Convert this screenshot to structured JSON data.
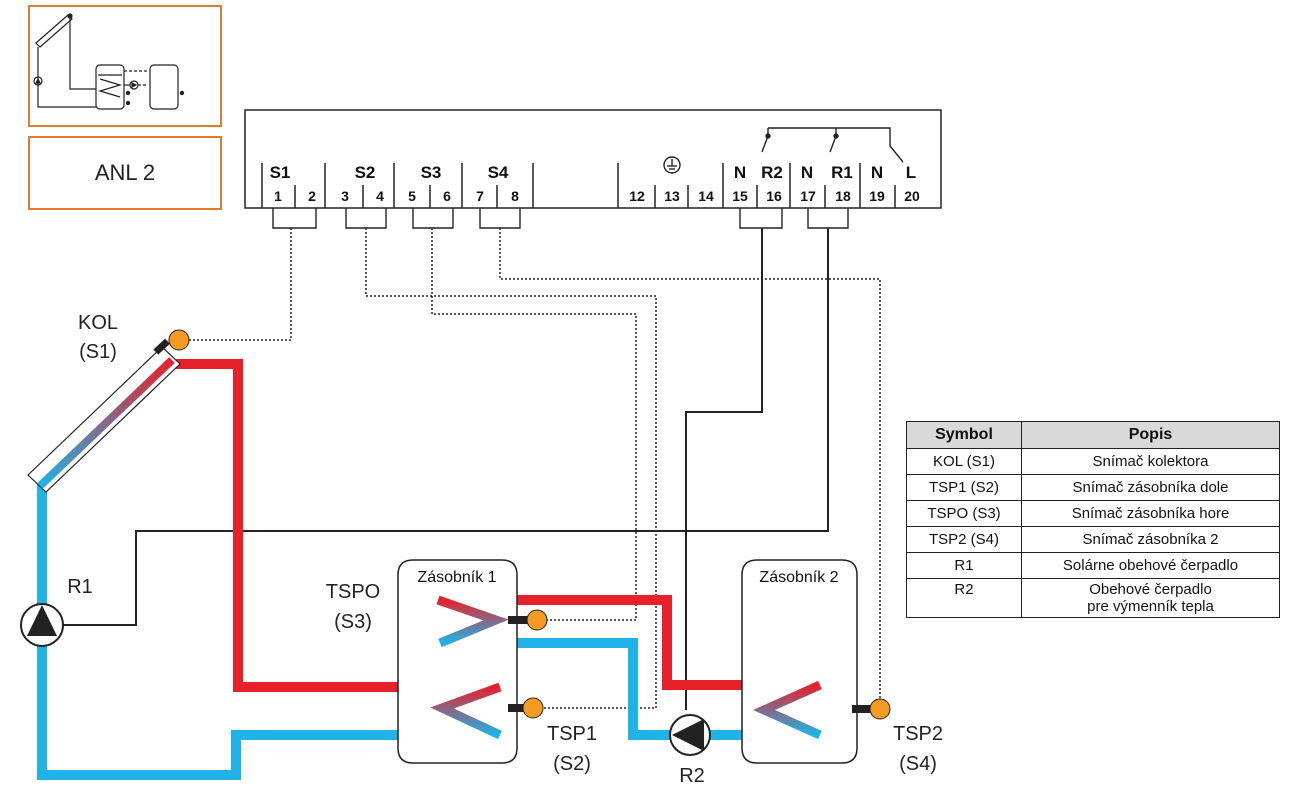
{
  "anl_label": "ANL 2",
  "terminals": {
    "groups": [
      "S1",
      "S2",
      "S3",
      "S4",
      "N",
      "R2",
      "N",
      "R1",
      "N",
      "L"
    ],
    "numbers": [
      "1",
      "2",
      "3",
      "4",
      "5",
      "6",
      "7",
      "8",
      "12",
      "13",
      "14",
      "15",
      "16",
      "17",
      "18",
      "19",
      "20"
    ]
  },
  "labels": {
    "kol": "KOL",
    "kol_s": "(S1)",
    "r1": "R1",
    "tspo": "TSPO",
    "tspo_s": "(S3)",
    "tank1": "Zásobník 1",
    "tank2": "Zásobník 2",
    "tsp1": "TSP1",
    "tsp1_s": "(S2)",
    "r2": "R2",
    "tsp2": "TSP2",
    "tsp2_s": "(S4)"
  },
  "legend": {
    "header_symbol": "Symbol",
    "header_desc": "Popis",
    "rows": [
      {
        "symbol": "KOL (S1)",
        "desc": "Snímač kolektora"
      },
      {
        "symbol": "TSP1 (S2)",
        "desc": "Snímač zásobníka dole"
      },
      {
        "symbol": "TSPO (S3)",
        "desc": "Snímač zásobníka hore"
      },
      {
        "symbol": "TSP2 (S4)",
        "desc": "Snímač zásobníka 2"
      },
      {
        "symbol": "R1",
        "desc": "Solárne obehové čerpadlo"
      },
      {
        "symbol": "R2",
        "desc": "Obehové čerpadlo",
        "desc2": "pre výmenník tepla"
      }
    ]
  },
  "colors": {
    "hot": "#e8202a",
    "cold": "#1fb3e8",
    "sensor": "#f59a23",
    "box_border": "#e07a2c"
  }
}
